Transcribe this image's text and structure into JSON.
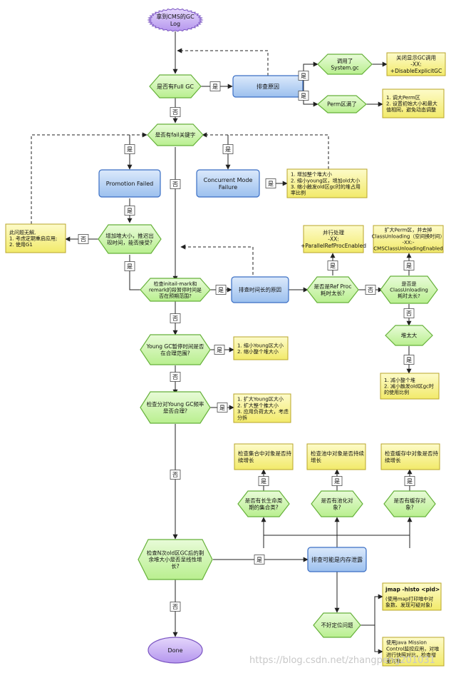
{
  "nodes": {
    "start": "拿到CMS的GC\nLog",
    "d_fullgc": "是否有Full GC",
    "p_investigate": "排查原因",
    "d_systemgc": "调用了\nSystem.gc",
    "n_disable_explicit": "关闭显示GC调用\n-XX:\n+DisableExplicitGC",
    "d_permfull": "Perm区满了",
    "n_perm_adjust": "1. 调大Perm区\n2. 设置初始大小和最大\n值相同，避免动态调整",
    "d_fail_keyword": "是否有fail关键字",
    "p_promotion_failed": "Promotion Failed",
    "p_cmf": "Concurrent Mode\nFailure",
    "n_cmf_actions": "1. 增加整个堆大小\n2. 缩小young区，增加old大小\n3. 缩小触发old区gc时的堆占用\n率比例",
    "d_increase_heap": "增加堆大小，推迟出\n现时间，能否接受?",
    "n_restart": "此问题无解,\n1. 考虑定期重启应用;\n2. 使用G1",
    "d_pause_range": "检查initail-mark和\nremark的段暂停时间是\n否在预期范围?",
    "p_long_pause": "排查时间长的原因",
    "d_refproc": "是否是Ref Proc\n耗时太长?",
    "n_parallel_ref": "并行处理\n-XX:\n+ParallelRefProcEnabled",
    "d_classunload": "是否是\nClassUnloading\n耗时太长?",
    "n_class_unload": "扩大Perm区，并去掉\nClassUnloading（空间换时间）\n-XX:-\nCMSClassUnloadingEnabled",
    "d_heap_too_big": "堆太大",
    "n_shrink_heap": "1. 减小整个堆\n2. 减小触发old区gc时\n的使用比例",
    "d_young_pause": "Young GC暂停时间是否\n在合理范围?",
    "n_young_pause": "1. 缩小Young区大小\n2. 缩小整个堆大小",
    "d_young_freq": "检查分对Young GC频率\n是否合理?",
    "n_young_freq": "1. 扩大Young区大小\n2. 扩大整个推大小\n3. 应用负荷太大，考虑\n分拆",
    "d_old_growth": "检查N次old区GC后的剩\n余堆大小是否呈线性增\n长?",
    "p_memory_leak": "排查可能是内存泄露",
    "d_collection": "是否有长生命周\n期的集合类?",
    "n_collection": "检查集合中对象是否持\n续增长",
    "d_pool": "是否有池化对\n象?",
    "n_pool": "检查池中对象是否持续\n增长",
    "d_cache": "是否有缓存对\n象?",
    "n_cache": "检查缓存中对象是否持\n续增长",
    "d_cannot_locate": "不好定位问题",
    "n_jmap_cmd": "jmap -histo <pid>",
    "n_jmap_desc": "(使用map打印堆中对\n象数、发现可疑对象)",
    "n_jmc": "使用Java Mission\nControl监控应用，对堆\n进行快照对比，检查增\n量对象",
    "end": "Done"
  },
  "edge_labels": {
    "yes": "是",
    "no": "否"
  },
  "watermark": "https://blog.csdn.net/zhangpeng201031",
  "colors": {
    "blue_fill_top": "#dbe9fb",
    "blue_fill_bottom": "#9cc0ee",
    "blue_stroke": "#3a6ec4",
    "green_fill_top": "#e8fbd8",
    "green_fill_bottom": "#b9ef8f",
    "green_stroke": "#66b13a",
    "yellow_fill_top": "#fdfbc9",
    "yellow_fill_bottom": "#f2ea6a",
    "yellow_stroke": "#b8a52a",
    "purple_fill": "#c4a6f2",
    "purple_stroke": "#7b55c2",
    "line": "#222222"
  }
}
